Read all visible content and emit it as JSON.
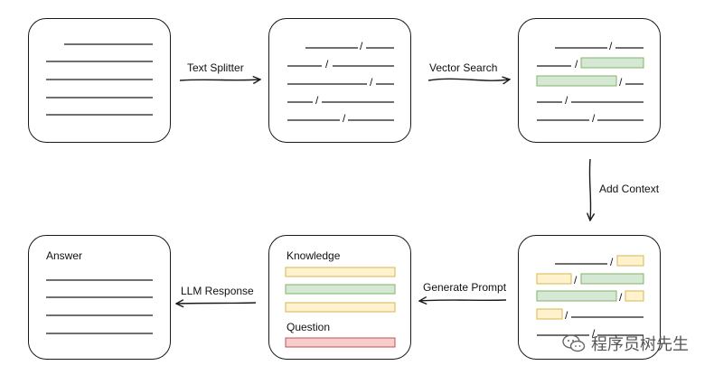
{
  "edges": {
    "text_splitter": "Text Splitter",
    "vector_search": "Vector Search",
    "add_context": "Add Context",
    "generate_prompt": "Generate Prompt",
    "llm_response": "LLM Response"
  },
  "boxes": {
    "answer_label": "Answer",
    "knowledge_label": "Knowledge",
    "question_label": "Question"
  },
  "separator": "/",
  "colors": {
    "stroke": "#1a1a1a",
    "green_fill": "#d5e8d4",
    "green_stroke": "#82b366",
    "yellow_fill": "#fff2cc",
    "yellow_stroke": "#d6b656",
    "red_fill": "#f8cecc",
    "red_stroke": "#b85450"
  },
  "watermark": {
    "icon": "wechat-icon",
    "text": "程序员树先生"
  }
}
